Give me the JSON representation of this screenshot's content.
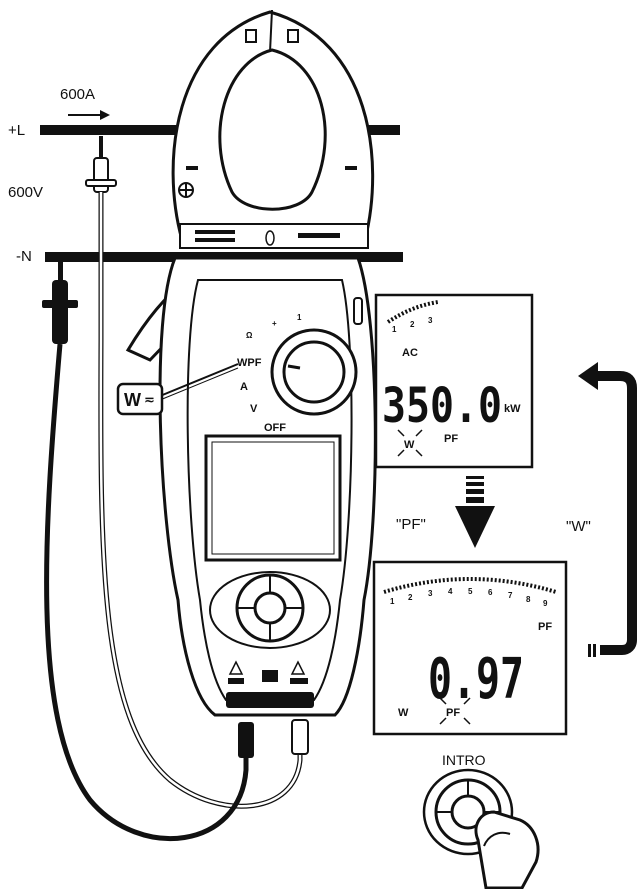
{
  "labels": {
    "current": "600A",
    "line": "+L",
    "voltage": "600V",
    "neutral": "-N",
    "pf_caption": "\"PF\"",
    "w_caption": "\"W\"",
    "intro": "INTRO"
  },
  "meter": {
    "selector_positions": [
      "WPF",
      "A",
      "V",
      "OFF"
    ],
    "mode_badge": "W"
  },
  "display_power": {
    "mode": "AC",
    "reading": "350.0",
    "unit": "kW",
    "active_flag": "W",
    "other_flag": "PF"
  },
  "display_pf": {
    "reading": "0.97",
    "unit": "PF",
    "other_flag": "W",
    "active_flag": "PF"
  }
}
